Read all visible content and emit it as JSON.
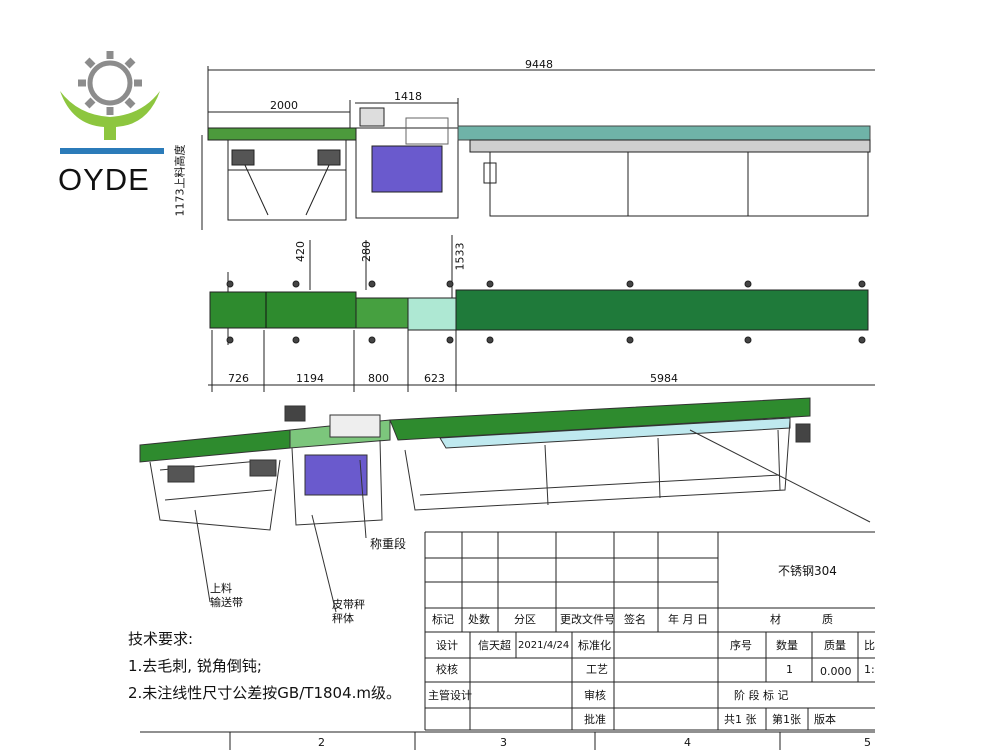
{
  "logo": {
    "text": "OYDE",
    "colors": {
      "gear": "#8c8c8c",
      "leaf": "#8dc63f",
      "bar": "#2b7bb9"
    }
  },
  "dimensions": {
    "overall": "9448",
    "feed": "2000",
    "weigh": "1418",
    "height_label": "1173上料高度",
    "d420": "420",
    "d280": "280",
    "d1533": "1533",
    "d726": "726",
    "d1194": "1194",
    "d800": "800",
    "d623": "623",
    "d5984": "5984"
  },
  "callouts": {
    "weigh_section": "称重段",
    "feed_conveyor_1": "上料",
    "feed_conveyor_2": "输送带",
    "belt_scale_1": "皮带秤",
    "belt_scale_2": "秤体"
  },
  "notes": {
    "title": "技术要求:",
    "item1": "1.去毛刺, 锐角倒钝;",
    "item2": "2.未注线性尺寸公差按GB/T1804.m级。"
  },
  "title_block": {
    "material": "不锈钢304",
    "h_mark": "标记",
    "h_count": "处数",
    "h_zone": "分区",
    "h_doc": "更改文件号",
    "h_sign": "签名",
    "h_date": "年 月 日",
    "h_material": "材",
    "h_quality": "质",
    "design": "设计",
    "designer": "信天超",
    "design_date": "2021/4/24",
    "standard": "标准化",
    "check": "校核",
    "process": "工艺",
    "chief": "主管设计",
    "review": "审核",
    "approve": "批准",
    "seq": "序号",
    "qty_h": "数量",
    "mass_h": "质量",
    "ratio_h": "比",
    "qty": "1",
    "mass": "0.000",
    "ratio": "1:",
    "stage": "阶 段 标 记",
    "sheets": "共1 张",
    "sheet_no": "第1张",
    "version": "版本"
  },
  "columns": [
    "2",
    "3",
    "4",
    "5"
  ]
}
